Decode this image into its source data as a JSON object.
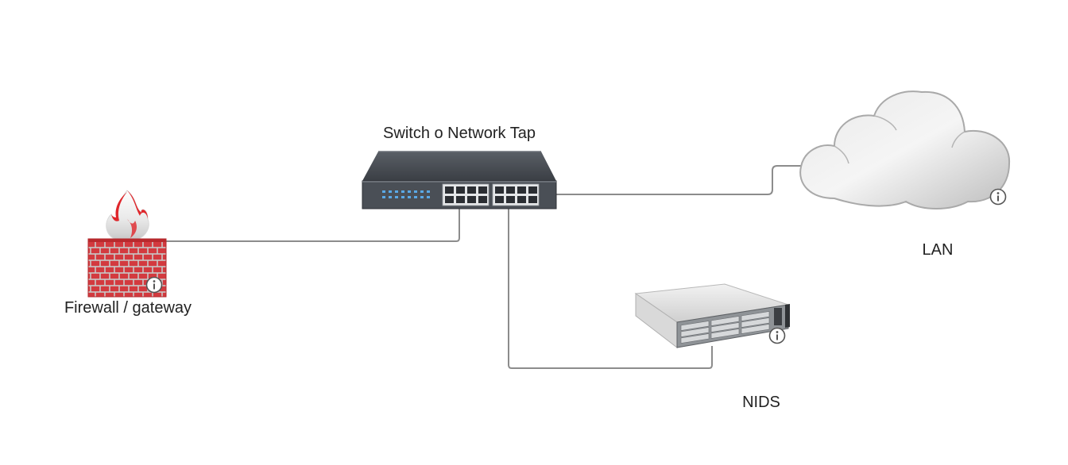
{
  "nodes": {
    "switch": {
      "label": "Switch o Network Tap"
    },
    "firewall": {
      "label": "Firewall / gateway"
    },
    "lan": {
      "label": "LAN"
    },
    "nids": {
      "label": "NIDS"
    }
  },
  "links": [
    {
      "from": "firewall",
      "to": "switch"
    },
    {
      "from": "switch",
      "to": "lan"
    },
    {
      "from": "switch",
      "to": "nids"
    }
  ],
  "icons": {
    "switch": "network-switch-icon",
    "firewall": "firewall-icon",
    "lan": "cloud-icon",
    "nids": "rack-server-icon",
    "info": "info-icon"
  },
  "colors": {
    "link": "#8c8c8c",
    "firewall_brick": "#d33a3f",
    "flame": "#e0262b",
    "switch_body": "#3d4147",
    "cloud": "#cfcfcf"
  }
}
